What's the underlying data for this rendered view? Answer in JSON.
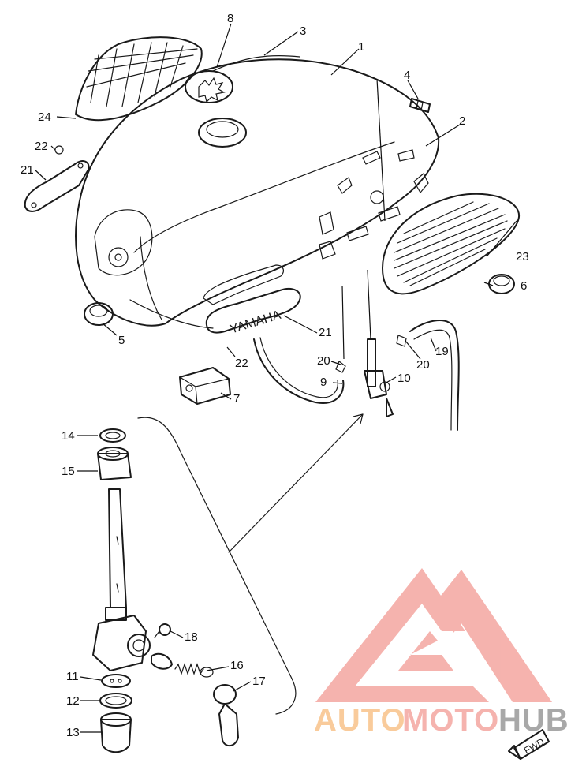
{
  "parts": [
    {
      "id": "p1",
      "label": "1"
    },
    {
      "id": "p2",
      "label": "2"
    },
    {
      "id": "p3",
      "label": "3"
    },
    {
      "id": "p4",
      "label": "4"
    },
    {
      "id": "p5",
      "label": "5"
    },
    {
      "id": "p6",
      "label": "6"
    },
    {
      "id": "p7",
      "label": "7"
    },
    {
      "id": "p8",
      "label": "8"
    },
    {
      "id": "p9",
      "label": "9"
    },
    {
      "id": "p10",
      "label": "10"
    },
    {
      "id": "p11",
      "label": "11"
    },
    {
      "id": "p12",
      "label": "12"
    },
    {
      "id": "p13",
      "label": "13"
    },
    {
      "id": "p14",
      "label": "14"
    },
    {
      "id": "p15",
      "label": "15"
    },
    {
      "id": "p16",
      "label": "16"
    },
    {
      "id": "p17",
      "label": "17"
    },
    {
      "id": "p18",
      "label": "18"
    },
    {
      "id": "p19",
      "label": "19"
    },
    {
      "id": "p20a",
      "label": "20"
    },
    {
      "id": "p20b",
      "label": "20"
    },
    {
      "id": "p21a",
      "label": "21"
    },
    {
      "id": "p21b",
      "label": "21"
    },
    {
      "id": "p22a",
      "label": "22"
    },
    {
      "id": "p22b",
      "label": "22"
    },
    {
      "id": "p23",
      "label": "23"
    },
    {
      "id": "p24",
      "label": "24"
    }
  ],
  "emblem_text": "YAMAHA",
  "direction_text": "FWD",
  "watermark": {
    "part1": "AUTO",
    "part2": "MOTO",
    "part3": "HUB",
    "color_primary": "#f4a6a0",
    "color_secondary": "#f8c38a",
    "color_tertiary": "#9a9a9a"
  },
  "colors": {
    "ink": "#1a1a1a",
    "background": "#ffffff"
  }
}
